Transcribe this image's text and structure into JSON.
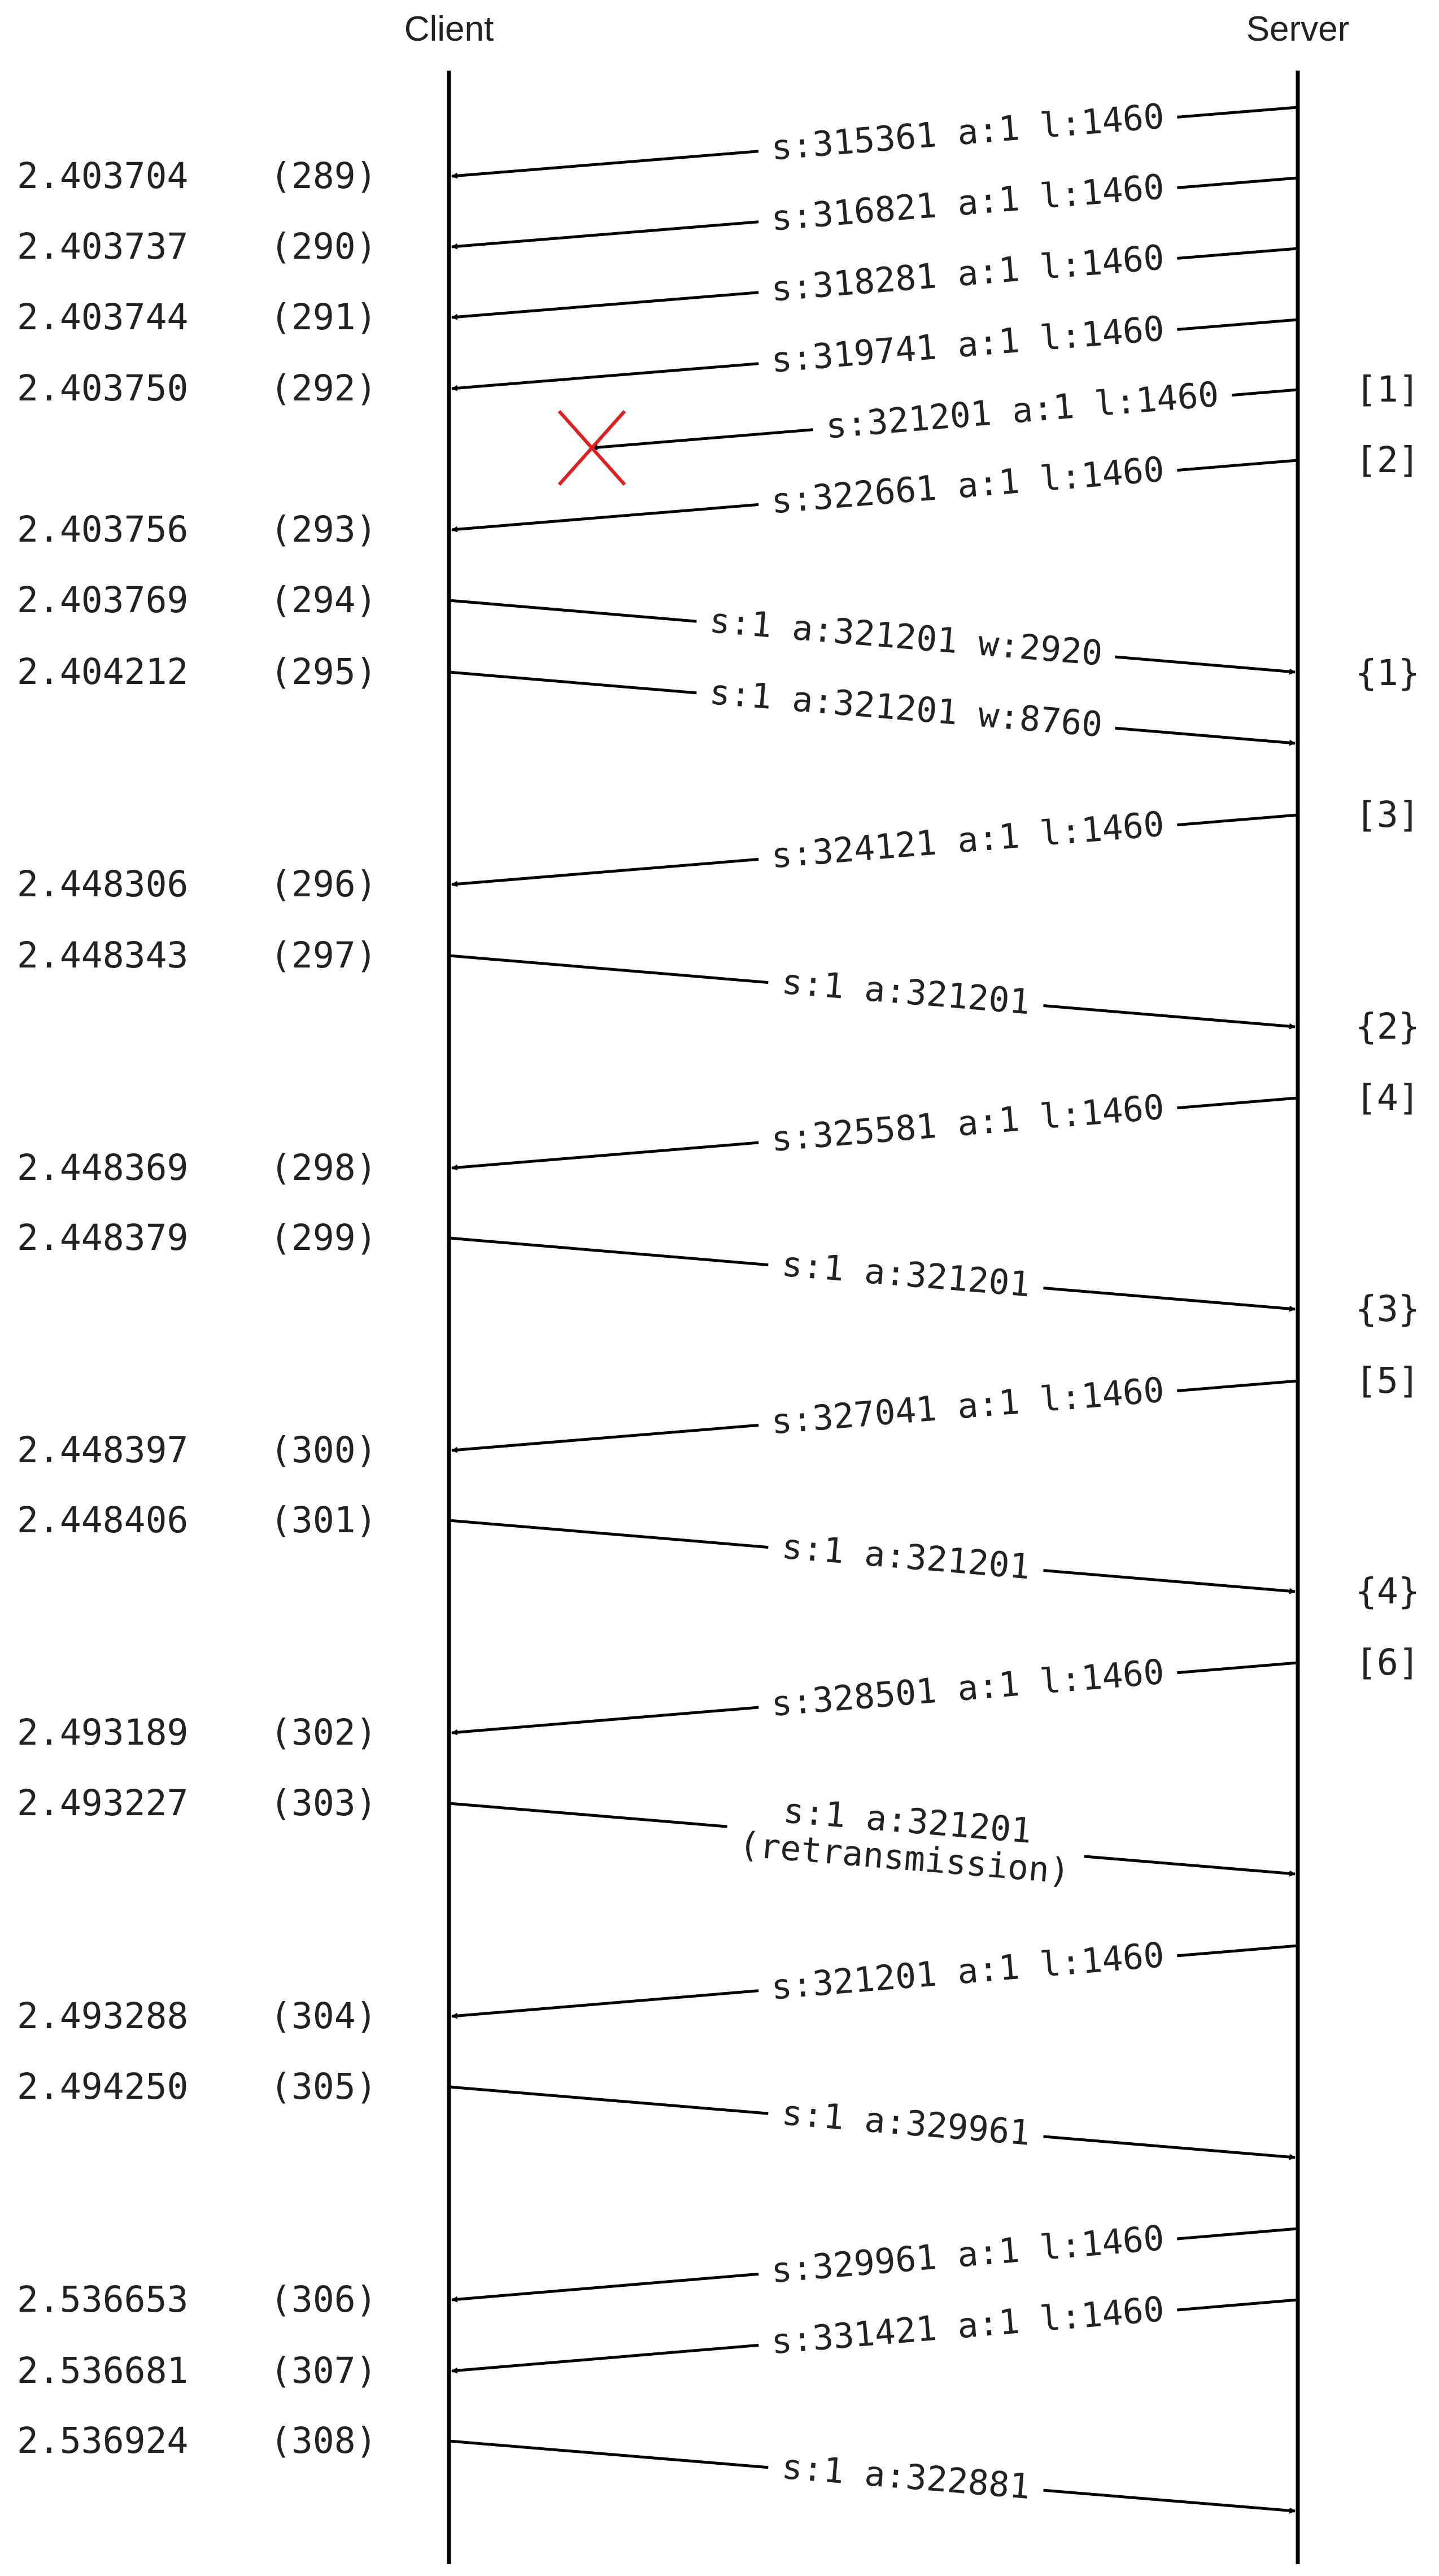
{
  "header": {
    "client": "Client",
    "server": "Server"
  },
  "events": [
    {
      "time": "2.403704",
      "idx": "(289)"
    },
    {
      "time": "2.403737",
      "idx": "(290)"
    },
    {
      "time": "2.403744",
      "idx": "(291)"
    },
    {
      "time": "2.403750",
      "idx": "(292)"
    },
    {
      "time": "2.403756",
      "idx": "(293)"
    },
    {
      "time": "2.403769",
      "idx": "(294)"
    },
    {
      "time": "2.404212",
      "idx": "(295)"
    },
    {
      "time": "2.448306",
      "idx": "(296)"
    },
    {
      "time": "2.448343",
      "idx": "(297)"
    },
    {
      "time": "2.448369",
      "idx": "(298)"
    },
    {
      "time": "2.448379",
      "idx": "(299)"
    },
    {
      "time": "2.448397",
      "idx": "(300)"
    },
    {
      "time": "2.448406",
      "idx": "(301)"
    },
    {
      "time": "2.493189",
      "idx": "(302)"
    },
    {
      "time": "2.493227",
      "idx": "(303)"
    },
    {
      "time": "2.493288",
      "idx": "(304)"
    },
    {
      "time": "2.494250",
      "idx": "(305)"
    },
    {
      "time": "2.536653",
      "idx": "(306)"
    },
    {
      "time": "2.536681",
      "idx": "(307)"
    },
    {
      "time": "2.536924",
      "idx": "(308)"
    }
  ],
  "messages": [
    {
      "label": "s:315361 a:1 l:1460",
      "direction": "server-to-client"
    },
    {
      "label": "s:316821 a:1 l:1460",
      "direction": "server-to-client"
    },
    {
      "label": "s:318281 a:1 l:1460",
      "direction": "server-to-client"
    },
    {
      "label": "s:319741 a:1 l:1460",
      "direction": "server-to-client"
    },
    {
      "label": "s:321201 a:1 l:1460",
      "direction": "server-to-client",
      "lost": true
    },
    {
      "label": "s:322661 a:1 l:1460",
      "direction": "server-to-client"
    },
    {
      "label": "s:1 a:321201 w:2920",
      "direction": "client-to-server"
    },
    {
      "label": "s:1 a:321201 w:8760",
      "direction": "client-to-server"
    },
    {
      "label": "s:324121 a:1 l:1460",
      "direction": "server-to-client"
    },
    {
      "label": "s:1 a:321201",
      "direction": "client-to-server"
    },
    {
      "label": "s:325581 a:1 l:1460",
      "direction": "server-to-client"
    },
    {
      "label": "s:1 a:321201",
      "direction": "client-to-server"
    },
    {
      "label": "s:327041 a:1 l:1460",
      "direction": "server-to-client"
    },
    {
      "label": "s:1 a:321201",
      "direction": "client-to-server"
    },
    {
      "label": "s:328501 a:1 l:1460",
      "direction": "server-to-client"
    },
    {
      "label": "s:1 a:321201",
      "label2": "(retransmission)",
      "direction": "client-to-server"
    },
    {
      "label": "s:321201 a:1 l:1460",
      "direction": "server-to-client"
    },
    {
      "label": "s:1 a:329961",
      "direction": "client-to-server"
    },
    {
      "label": "s:329961 a:1 l:1460",
      "direction": "server-to-client"
    },
    {
      "label": "s:331421 a:1 l:1460",
      "direction": "server-to-client"
    },
    {
      "label": "s:1 a:322881",
      "direction": "client-to-server"
    }
  ],
  "server_marks": [
    "[1]",
    "[2]",
    "{1}",
    "[3]",
    "{2}",
    "[4]",
    "{3}",
    "[5]",
    "{4}",
    "[6]"
  ],
  "colors": {
    "line": "#000000",
    "text": "#222222",
    "loss_marker": "#e02020"
  }
}
